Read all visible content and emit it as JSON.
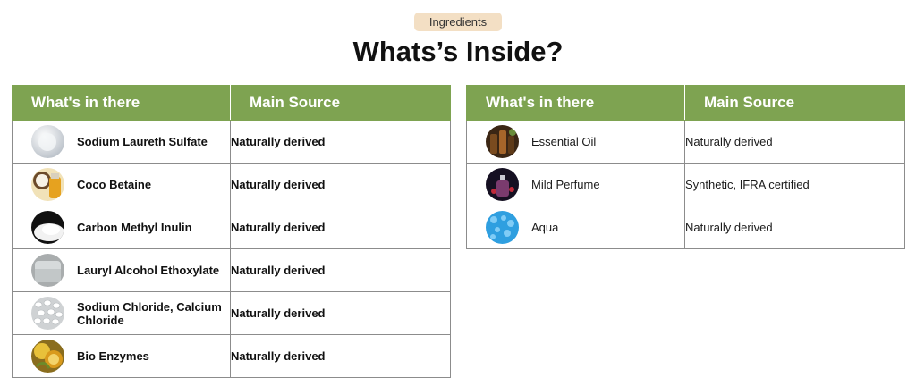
{
  "badge": "Ingredients",
  "title": "Whats’s Inside?",
  "headers": {
    "col1": "What's in there",
    "col2": "Main Source"
  },
  "left_table": [
    {
      "name": "Sodium Laureth Sulfate",
      "source": "Naturally derived",
      "icon": "white-powder-icon",
      "color": "#d9dde2"
    },
    {
      "name": "Coco Betaine",
      "source": "Naturally derived",
      "icon": "coconut-oil-icon",
      "color": "#d9a441"
    },
    {
      "name": "Carbon Methyl Inulin",
      "source": "Naturally derived",
      "icon": "white-powder-dark-icon",
      "color": "#1a1a1a"
    },
    {
      "name": "Lauryl Alcohol Ethoxylate",
      "source": "Naturally derived",
      "icon": "clear-liquid-icon",
      "color": "#bfc3c4"
    },
    {
      "name": "Sodium Chloride, Calcium Chloride",
      "source": "Naturally derived",
      "icon": "salt-pellets-icon",
      "color": "#e6e6e6"
    },
    {
      "name": "Bio Enzymes",
      "source": "Naturally derived",
      "icon": "citrus-enzymes-icon",
      "color": "#c9a227"
    }
  ],
  "right_table": [
    {
      "name": "Essential Oil",
      "source": "Naturally derived",
      "icon": "oil-bottles-icon",
      "color": "#5a3a1e"
    },
    {
      "name": "Mild Perfume",
      "source": "Synthetic, IFRA certified",
      "icon": "perfume-bottle-icon",
      "color": "#1c1630"
    },
    {
      "name": "Aqua",
      "source": "Naturally derived",
      "icon": "water-icon",
      "color": "#3aa6e0"
    }
  ]
}
